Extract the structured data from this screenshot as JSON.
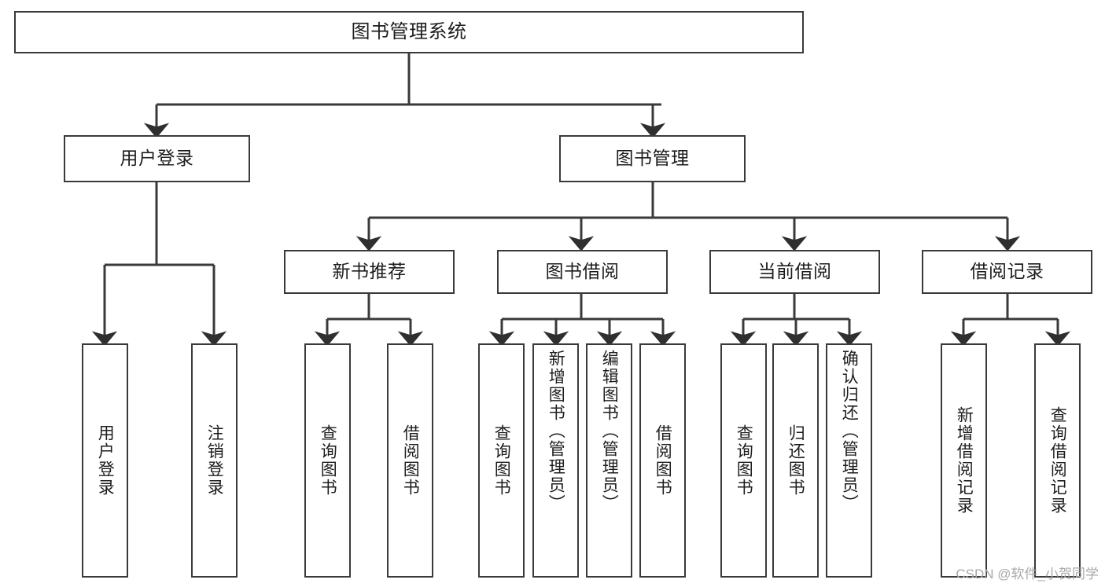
{
  "meta": {
    "title": "图书管理系统 功能结构图",
    "watermark": "CSDN @软件_小贺同学",
    "colors": {
      "border": "#3a3a3a",
      "text": "#1d1d1d",
      "background": "#ffffff",
      "connector": "#3a3a3a",
      "watermark": "#a8a8a8"
    }
  },
  "tree": {
    "root": {
      "label": "图书管理系统"
    },
    "level2": [
      {
        "label": "用户登录"
      },
      {
        "label": "图书管理"
      }
    ],
    "level3": [
      {
        "label": "新书推荐"
      },
      {
        "label": "图书借阅"
      },
      {
        "label": "当前借阅"
      },
      {
        "label": "借阅记录"
      }
    ],
    "leaves": {
      "user_login": [
        {
          "label": "用户登录"
        },
        {
          "label": "注销登录"
        }
      ],
      "new_book_recommend": [
        {
          "label": "查询图书"
        },
        {
          "label": "借阅图书"
        }
      ],
      "book_borrow": [
        {
          "label": "查询图书"
        },
        {
          "label": "新增图书（管理员）"
        },
        {
          "label": "编辑图书（管理员）"
        },
        {
          "label": "借阅图书"
        }
      ],
      "current_borrow": [
        {
          "label": "查询图书"
        },
        {
          "label": "归还图书"
        },
        {
          "label": "确认归还（管理员）"
        }
      ],
      "borrow_record": [
        {
          "label": "新增借阅记录"
        },
        {
          "label": "查询借阅记录"
        }
      ]
    }
  }
}
